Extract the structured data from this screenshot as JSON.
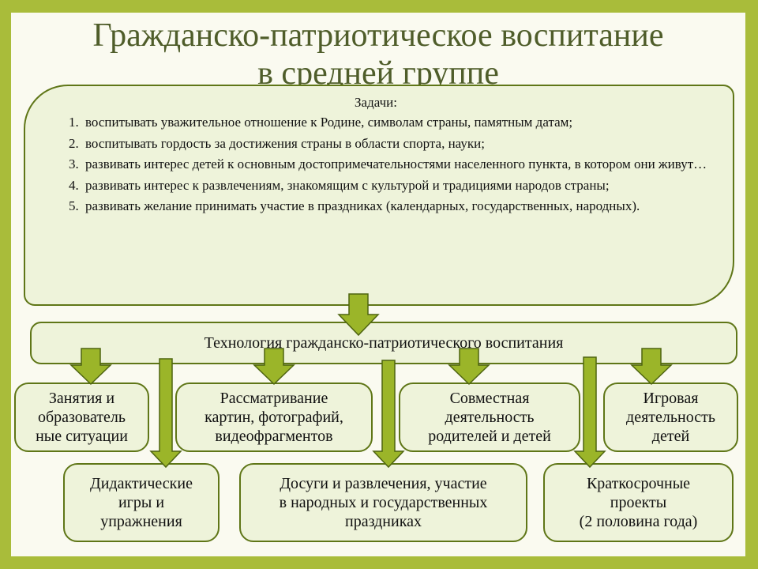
{
  "title": {
    "line1": "Гражданско-патриотическое воспитание",
    "line2": "в  средней группе"
  },
  "tasks": {
    "heading": "Задачи:",
    "items": [
      "воспитывать уважительное отношение к Родине, символам страны, памятным датам;",
      "воспитывать гордость за достижения страны в области спорта, науки;",
      "развивать интерес детей к основным достопримечательностями населенного пункта, в котором они живут…",
      "развивать интерес к развлечениям, знакомящим с культурой и традициями народов страны;",
      "развивать желание принимать участие в праздниках (календарных, государственных, народных)."
    ]
  },
  "technology": {
    "label": "Технология гражданско-патриотического воспитания"
  },
  "methods_top": [
    {
      "lines": [
        "Занятия и",
        "образователь",
        "ные ситуации"
      ]
    },
    {
      "lines": [
        "Рассматривание",
        "картин, фотографий,",
        "видеофрагментов"
      ]
    },
    {
      "lines": [
        "Совместная",
        "деятельность",
        "родителей и детей"
      ]
    },
    {
      "lines": [
        "Игровая",
        "деятельность",
        "детей"
      ]
    }
  ],
  "methods_bottom": [
    {
      "lines": [
        "Дидактические",
        "игры и",
        "упражнения"
      ]
    },
    {
      "lines": [
        "Досуги и развлечения, участие",
        "в народных и государственных",
        "праздниках"
      ]
    },
    {
      "lines": [
        "Краткосрочные",
        "проекты",
        "(2 половина года)"
      ]
    }
  ],
  "colors": {
    "frame": "#a9bc3a",
    "title_text": "#4f5d2a",
    "box_fill": "#eef3da",
    "box_border": "#5f7617",
    "arrow_fill": "#9bb529",
    "arrow_stroke": "#4e6410"
  }
}
